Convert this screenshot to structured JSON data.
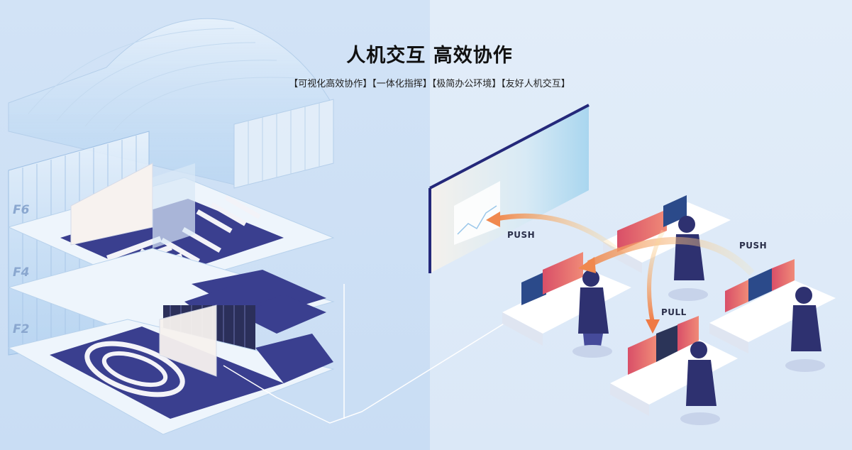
{
  "heading": {
    "title": "人机交互 高效协作",
    "subtitle": "【可视化高效协作】【一体化指挥】【极简办公环境】【友好人机交互】"
  },
  "building": {
    "floors": [
      "F6",
      "F4",
      "F2"
    ]
  },
  "interaction": {
    "push_left": "PUSH",
    "push_right": "PUSH",
    "pull": "PULL"
  },
  "colors": {
    "floor_navy": "#3a3f8f",
    "wall_glass": "#bcd8f2",
    "screen_red": "#e2596a",
    "arrow_orange": "#f3a15c",
    "person_navy": "#2e3170"
  }
}
